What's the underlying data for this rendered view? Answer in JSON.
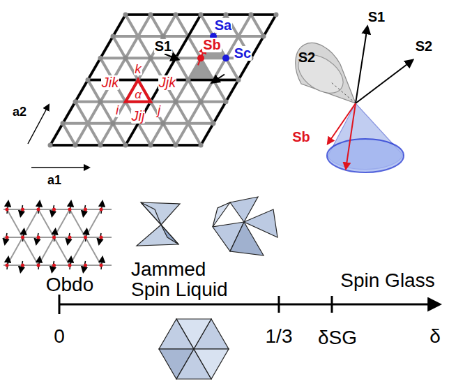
{
  "diagram": {
    "labels": [
      "Sa",
      "Sb",
      "Sc",
      "S1",
      "k",
      "Jik",
      "Jjk",
      "α",
      "i",
      "Jij",
      "j",
      "a2",
      "a1",
      "S1",
      "S2",
      "S2",
      "Sb",
      "Obdo",
      "Jammed Spin Liquid",
      "Spin Glass",
      "0",
      "1/3",
      "δSG",
      "δ"
    ]
  }
}
